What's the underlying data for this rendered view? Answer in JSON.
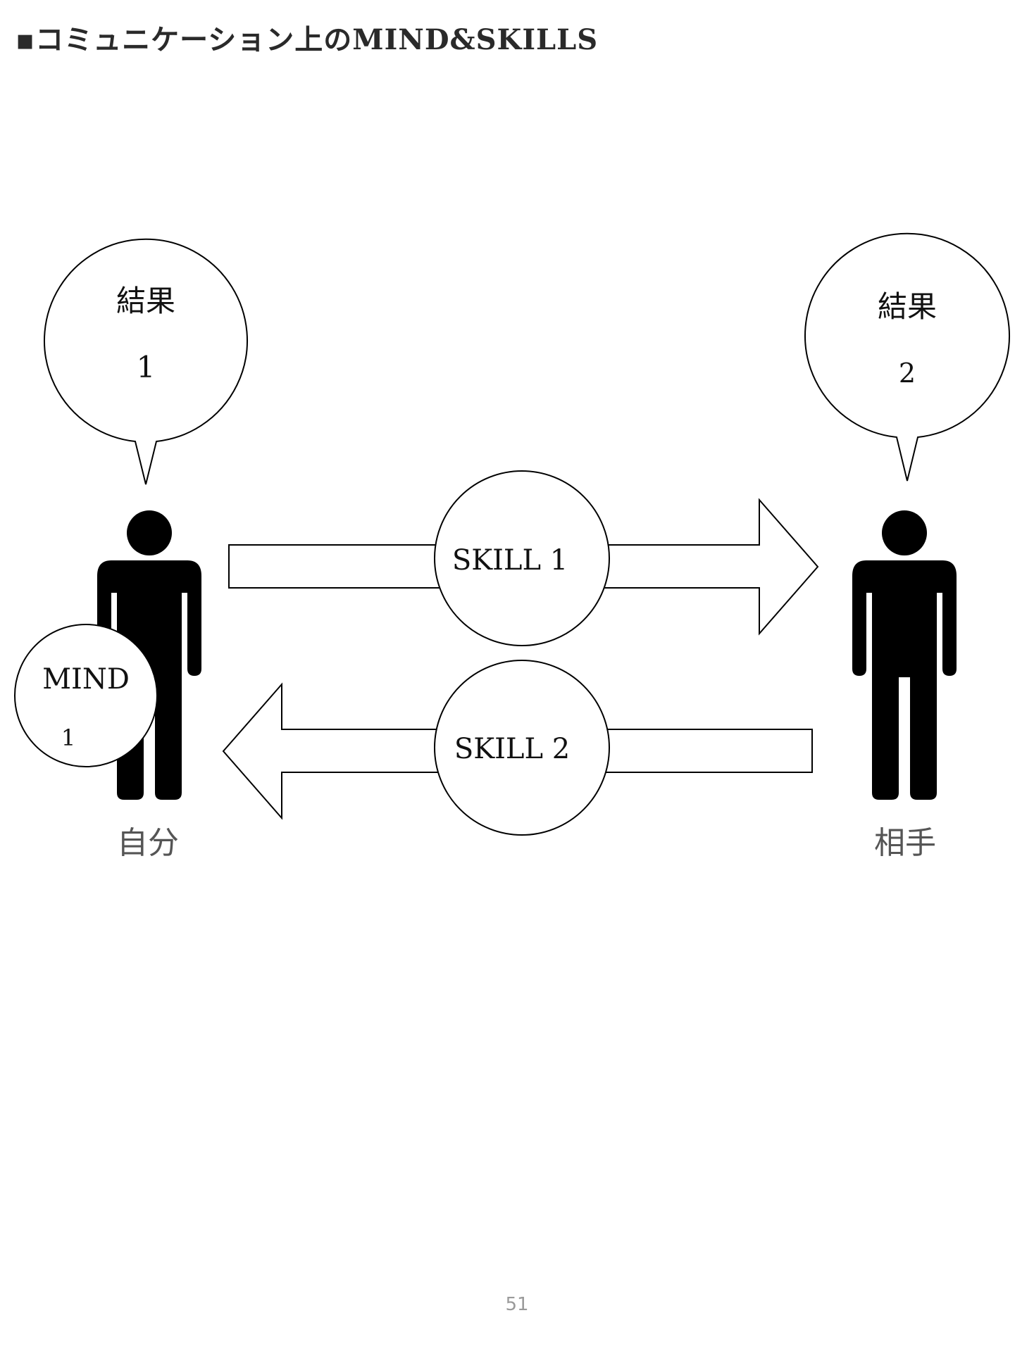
{
  "title": "▪コミュニケーション上のMIND&SKILLS",
  "page_number": "51",
  "left_person": {
    "label": "自分",
    "bubble_title": "結果",
    "bubble_number": "1",
    "mind_title": "MIND",
    "mind_number": "1"
  },
  "right_person": {
    "label": "相手",
    "bubble_title": "結果",
    "bubble_number": "2"
  },
  "skills": {
    "upper": "SKILL 1",
    "lower": "SKILL 2"
  },
  "colors": {
    "figure": "#000000",
    "outline": "#000000",
    "person_label": "#555555",
    "page_number": "#9a9a9a"
  }
}
